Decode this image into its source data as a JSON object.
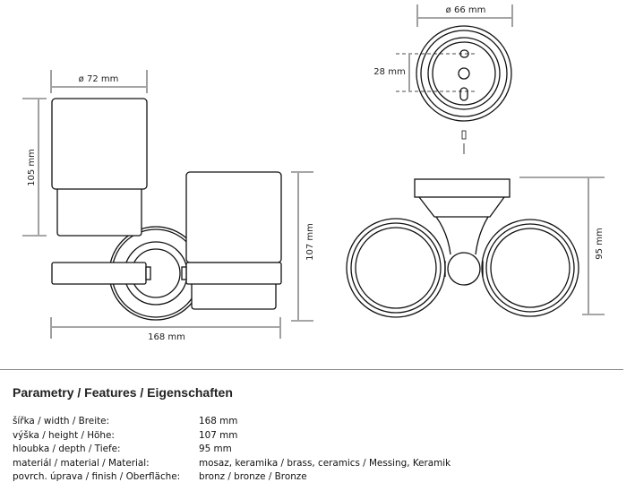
{
  "drawing": {
    "front_view": {
      "cup_diameter": "ø 72 mm",
      "cup_height": "105 mm",
      "height": "107 mm",
      "width": "168 mm"
    },
    "rosette_view": {
      "diameter": "ø 66 mm",
      "hole_spacing": "28 mm"
    },
    "top_view": {
      "depth": "95 mm"
    }
  },
  "features": {
    "title": "Parametry / Features / Eigenschaften",
    "rows": [
      {
        "label": "šířka / width / Breite:",
        "value": "168 mm"
      },
      {
        "label": "výška / height / Höhe:",
        "value": "107 mm"
      },
      {
        "label": "hloubka / depth / Tiefe:",
        "value": "95 mm"
      },
      {
        "label": "materiál / material / Material:",
        "value": "mosaz, keramika / brass, ceramics / Messing, Keramik"
      },
      {
        "label": "povrch. úprava / finish / Oberfläche:",
        "value": "bronz / bronze / Bronze"
      }
    ]
  }
}
